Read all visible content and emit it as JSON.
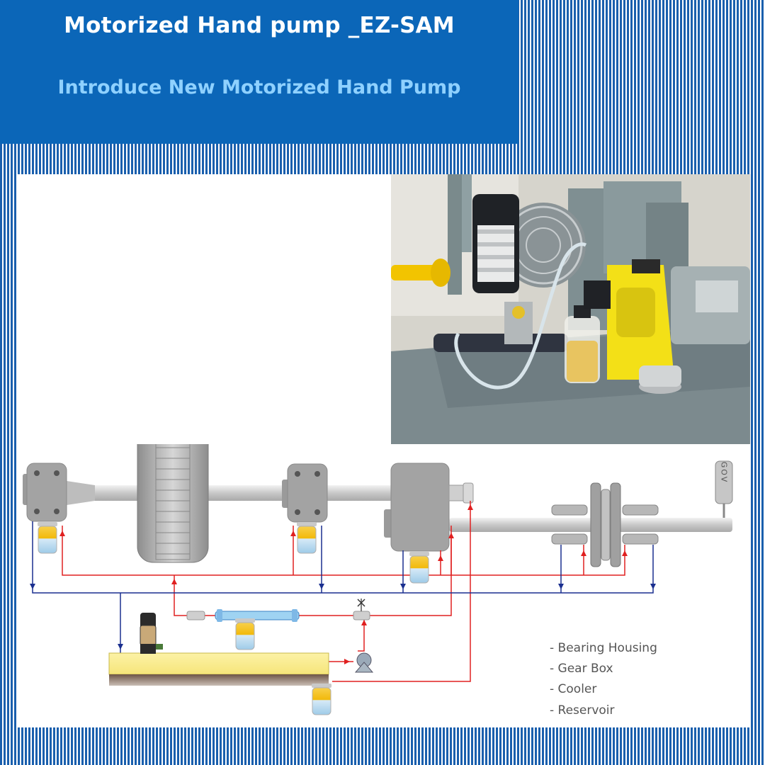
{
  "header": {
    "title": "Motorized Hand pump _EZ-SAM",
    "subtitle": "Introduce New Motorized Hand Pump"
  },
  "diagram": {
    "gov_label": "GOV",
    "legend": [
      "- Bearing Housing",
      "- Gear Box",
      "- Cooler",
      "- Reservoir"
    ]
  },
  "colors": {
    "header_bg": "#0b66b8",
    "title": "#ffffff",
    "subtitle": "#8fd1ff",
    "supply_line": "#e02020",
    "return_line": "#1a2f8f",
    "reservoir_oil": "#fbef9a",
    "pump_body": "#f5c800"
  }
}
